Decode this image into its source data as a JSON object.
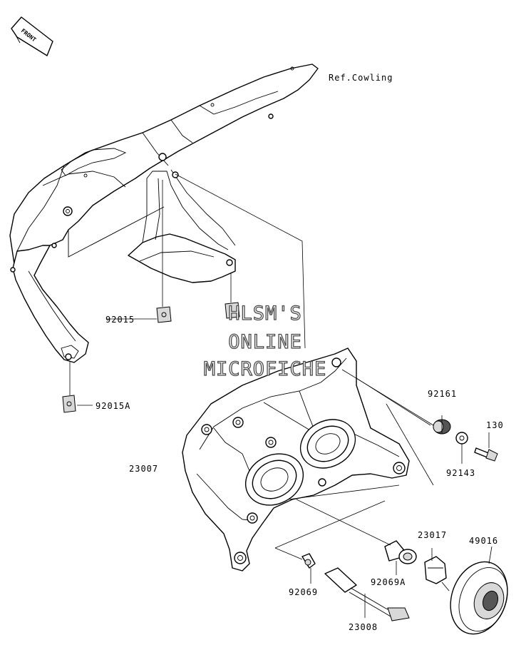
{
  "diagram": {
    "front_badge": "FRONT",
    "reference_label": "Ref.Cowling",
    "watermark": [
      "HLSM'S",
      "ONLINE",
      "MICROFICHE"
    ],
    "part_labels": {
      "p92015": "92015",
      "p92015A": "92015A",
      "p23007": "23007",
      "p92161": "92161",
      "p130": "130",
      "p92143": "92143",
      "p23017": "23017",
      "p49016": "49016",
      "p92069": "92069",
      "p92069A": "92069A",
      "p23008": "23008"
    }
  }
}
